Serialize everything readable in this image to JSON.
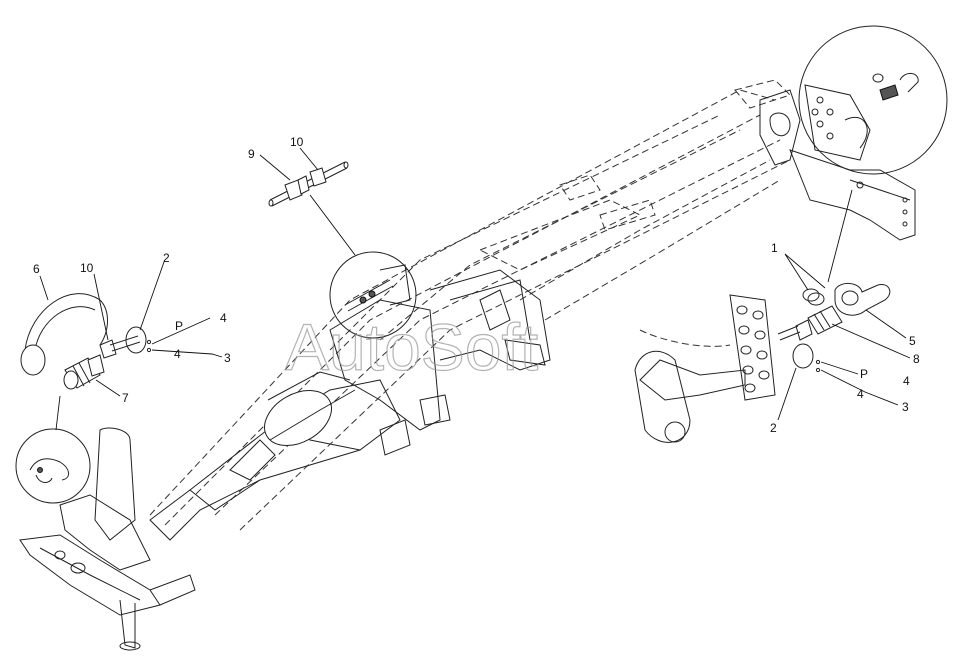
{
  "watermark": "AutoSoft",
  "callouts": {
    "c1_right": "1",
    "c2_left": "2",
    "c2_right": "2",
    "c3_left": "3",
    "c3_right": "3",
    "c4_left_a": "4",
    "c4_left_b": "4",
    "c4_right_a": "4",
    "c4_right_b": "4",
    "p_left": "P",
    "p_right": "P",
    "c5_right": "5",
    "c6_left": "6",
    "c7_left": "7",
    "c8_right": "8",
    "c9_top": "9",
    "c10_top": "10",
    "c10_left": "10"
  }
}
